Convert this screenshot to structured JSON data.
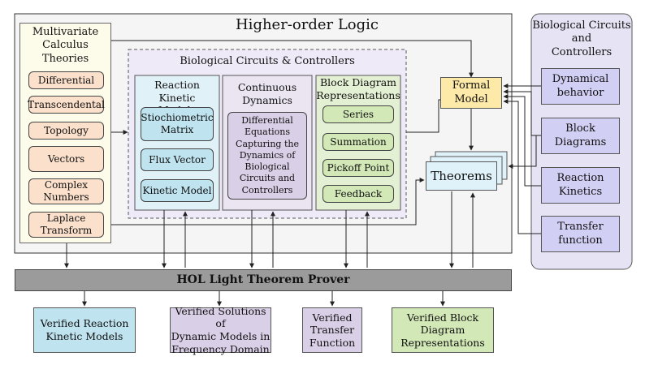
{
  "outer": {
    "title": "Higher-order Logic"
  },
  "calculus": {
    "title": "Multivariate\nCalculus\nTheories",
    "items": [
      "Differential",
      "Transcendental",
      "Topology",
      "Vectors",
      "Complex\nNumbers",
      "Laplace\nTransform"
    ]
  },
  "bio_inner": {
    "title": "Biological Circuits & Controllers"
  },
  "reaction": {
    "title": "Reaction Kinetic\nModels",
    "items": [
      "Stiochiometric\nMatrix",
      "Flux Vector",
      "Kinetic Model"
    ]
  },
  "continuous": {
    "title": "Continuous\nDynamics",
    "item": "Differential\nEquations\nCapturing the\nDynamics of\nBiological\nCircuits and\nControllers"
  },
  "block": {
    "title": "Block Diagram\nRepresentations",
    "items": [
      "Series",
      "Summation",
      "Pickoff Point",
      "Feedback"
    ]
  },
  "formal_model": "Formal\nModel",
  "theorems": "Theorems",
  "right_panel": {
    "title": "Biological Circuits\nand\nControllers",
    "items": [
      "Dynamical\nbehavior",
      "Block\nDiagrams",
      "Reaction\nKinetics",
      "Transfer\nfunction"
    ]
  },
  "prover": "HOL Light Theorem Prover",
  "outputs": [
    "Verified Reaction\nKinetic Models",
    "Verified Solutions of\nDynamic Models in\nFrequency Domain",
    "Verified\nTransfer\nFunction",
    "Verified Block\nDiagram\nRepresentations"
  ],
  "colors": {
    "peach": "#fbe0cc",
    "blue": "#bfe3ef",
    "lavender": "#d9cfe6",
    "green": "#d3e8b7",
    "yellow": "#fde9a8",
    "purple": "#d2cff4",
    "gray": "#9b9b9b",
    "light": "#f5f5f5"
  }
}
